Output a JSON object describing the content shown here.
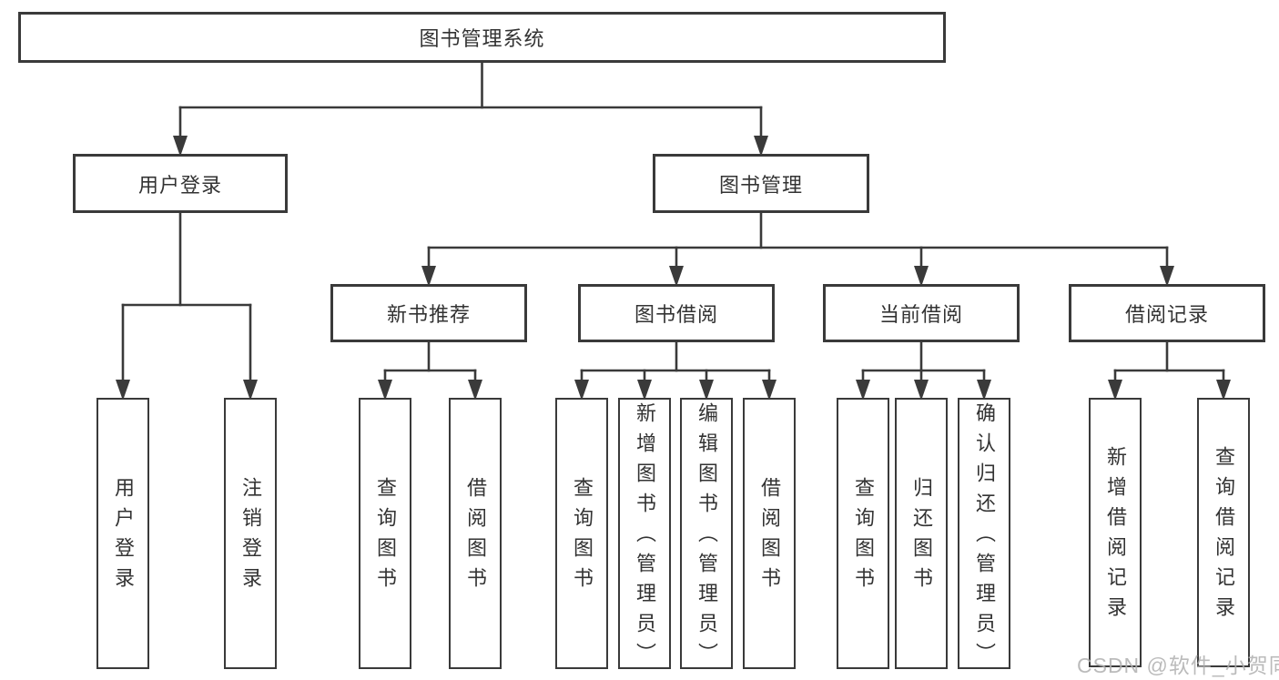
{
  "diagram": {
    "title": "图书管理系统",
    "type": "hierarchy-tree"
  },
  "nodes": [
    {
      "id": "root",
      "label": "图书管理系统",
      "parent": null
    },
    {
      "id": "user-login",
      "label": "用户登录",
      "parent": "root"
    },
    {
      "id": "book-mgmt",
      "label": "图书管理",
      "parent": "root"
    },
    {
      "id": "new-book",
      "label": "新书推荐",
      "parent": "book-mgmt"
    },
    {
      "id": "book-borrow",
      "label": "图书借阅",
      "parent": "book-mgmt"
    },
    {
      "id": "current-borrow",
      "label": "当前借阅",
      "parent": "book-mgmt"
    },
    {
      "id": "borrow-record",
      "label": "借阅记录",
      "parent": "book-mgmt"
    },
    {
      "id": "leaf-login",
      "label": "用户登录",
      "parent": "user-login"
    },
    {
      "id": "leaf-logout",
      "label": "注销登录",
      "parent": "user-login"
    },
    {
      "id": "nb-query",
      "label": "查询图书",
      "parent": "new-book"
    },
    {
      "id": "nb-borrow",
      "label": "借阅图书",
      "parent": "new-book"
    },
    {
      "id": "bb-query",
      "label": "查询图书",
      "parent": "book-borrow"
    },
    {
      "id": "bb-add",
      "label": "新增图书（管理员）",
      "parent": "book-borrow"
    },
    {
      "id": "bb-edit",
      "label": "编辑图书（管理员）",
      "parent": "book-borrow"
    },
    {
      "id": "bb-borrow",
      "label": "借阅图书",
      "parent": "book-borrow"
    },
    {
      "id": "cb-query",
      "label": "查询图书",
      "parent": "current-borrow"
    },
    {
      "id": "cb-return",
      "label": "归还图书",
      "parent": "current-borrow"
    },
    {
      "id": "cb-confirm",
      "label": "确认归还（管理员）",
      "parent": "current-borrow"
    },
    {
      "id": "br-add",
      "label": "新增借阅记录",
      "parent": "borrow-record"
    },
    {
      "id": "br-query",
      "label": "查询借阅记录",
      "parent": "borrow-record"
    }
  ],
  "watermark": "CSDN @软件_小贺同学",
  "colors": {
    "line": "#3a3a3a",
    "text": "#333333",
    "box_fill": "#ffffff",
    "background": "#ffffff",
    "watermark": "#b0b0b0"
  }
}
